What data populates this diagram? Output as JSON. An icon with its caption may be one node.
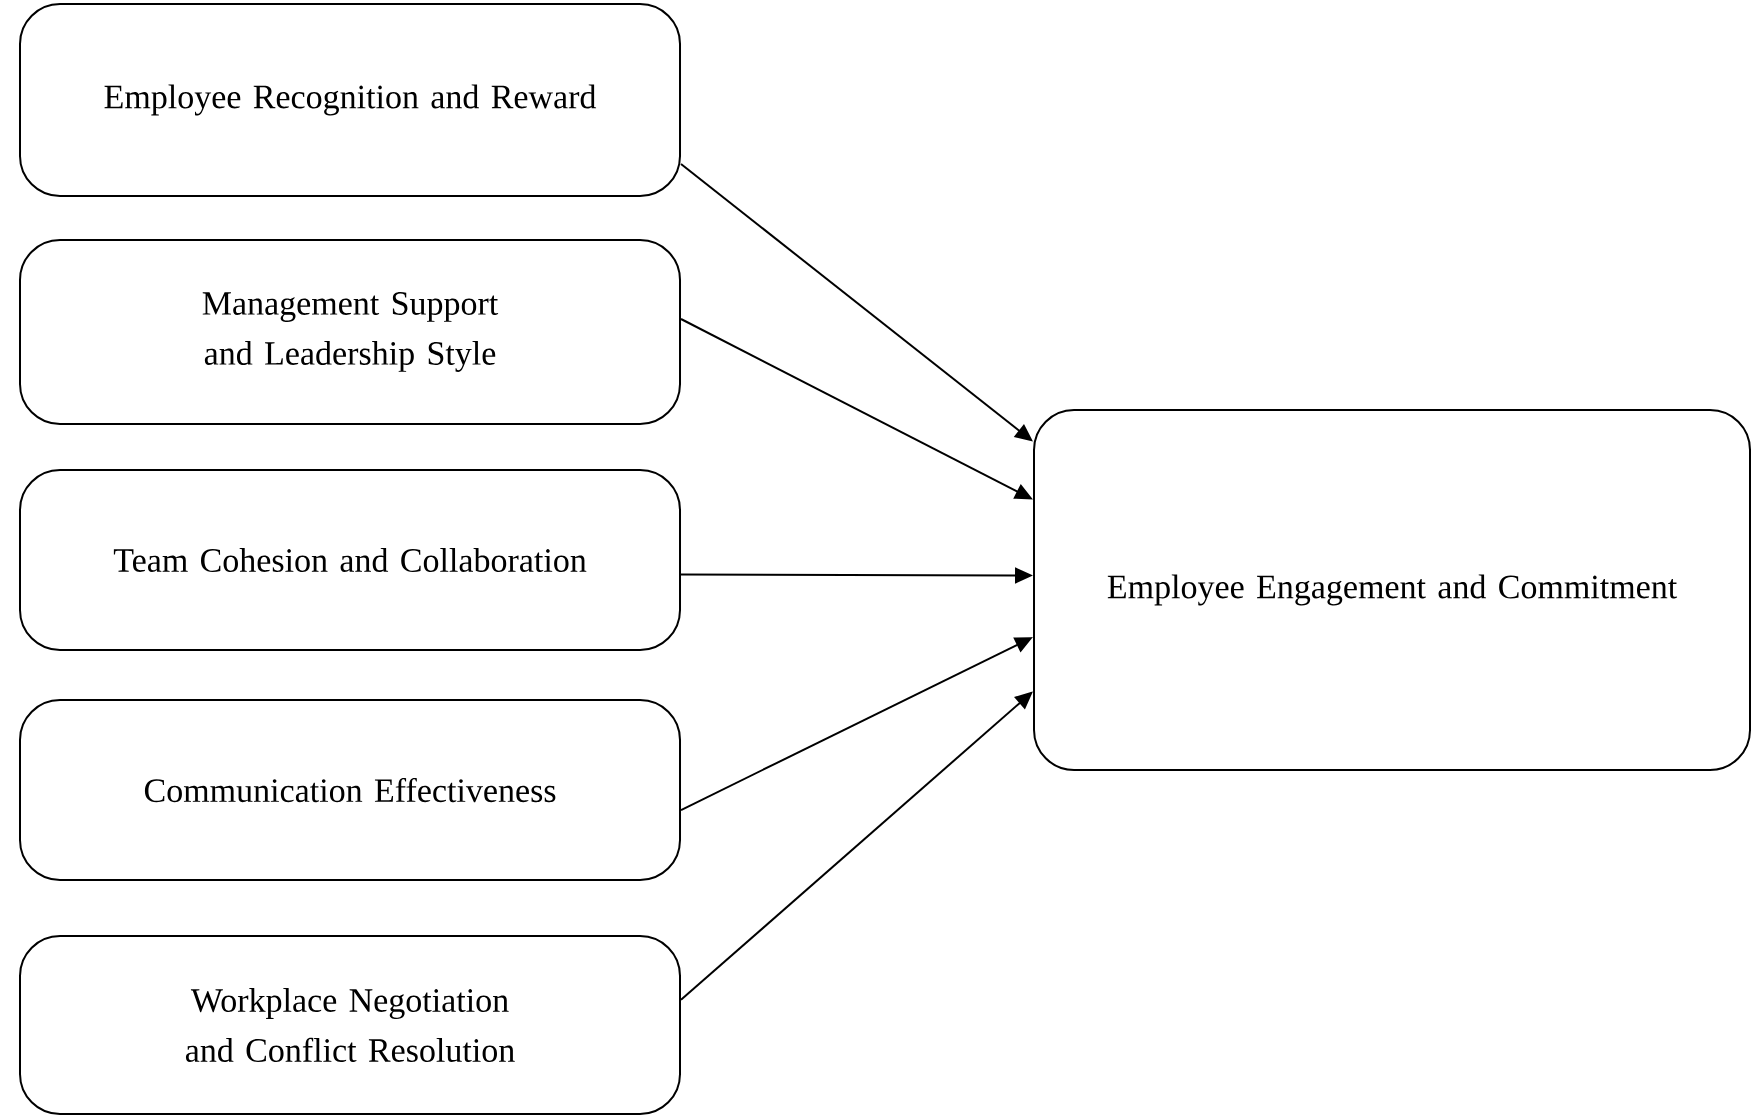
{
  "diagram": {
    "nodes": [
      {
        "text": [
          "Employee Recognition and Reward"
        ]
      },
      {
        "text": [
          "Management Support and Leadership Style"
        ]
      },
      {
        "text": [
          "Team Cohesion and Collaboration"
        ]
      },
      {
        "text": [
          "Communication Effectiveness"
        ]
      },
      {
        "text": [
          "Workplace Negotiation and Conflict Resolution"
        ]
      },
      {
        "text": [
          "Employee Engagement and Commitment"
        ]
      }
    ],
    "edges": [
      {
        "from": 0,
        "to": 5,
        "arrow": "to"
      },
      {
        "from": 1,
        "to": 5,
        "arrow": "to"
      },
      {
        "from": 2,
        "to": 5,
        "arrow": "to"
      },
      {
        "from": 3,
        "to": 5,
        "arrow": "to"
      },
      {
        "from": 4,
        "to": 5,
        "arrow": "to"
      }
    ]
  }
}
